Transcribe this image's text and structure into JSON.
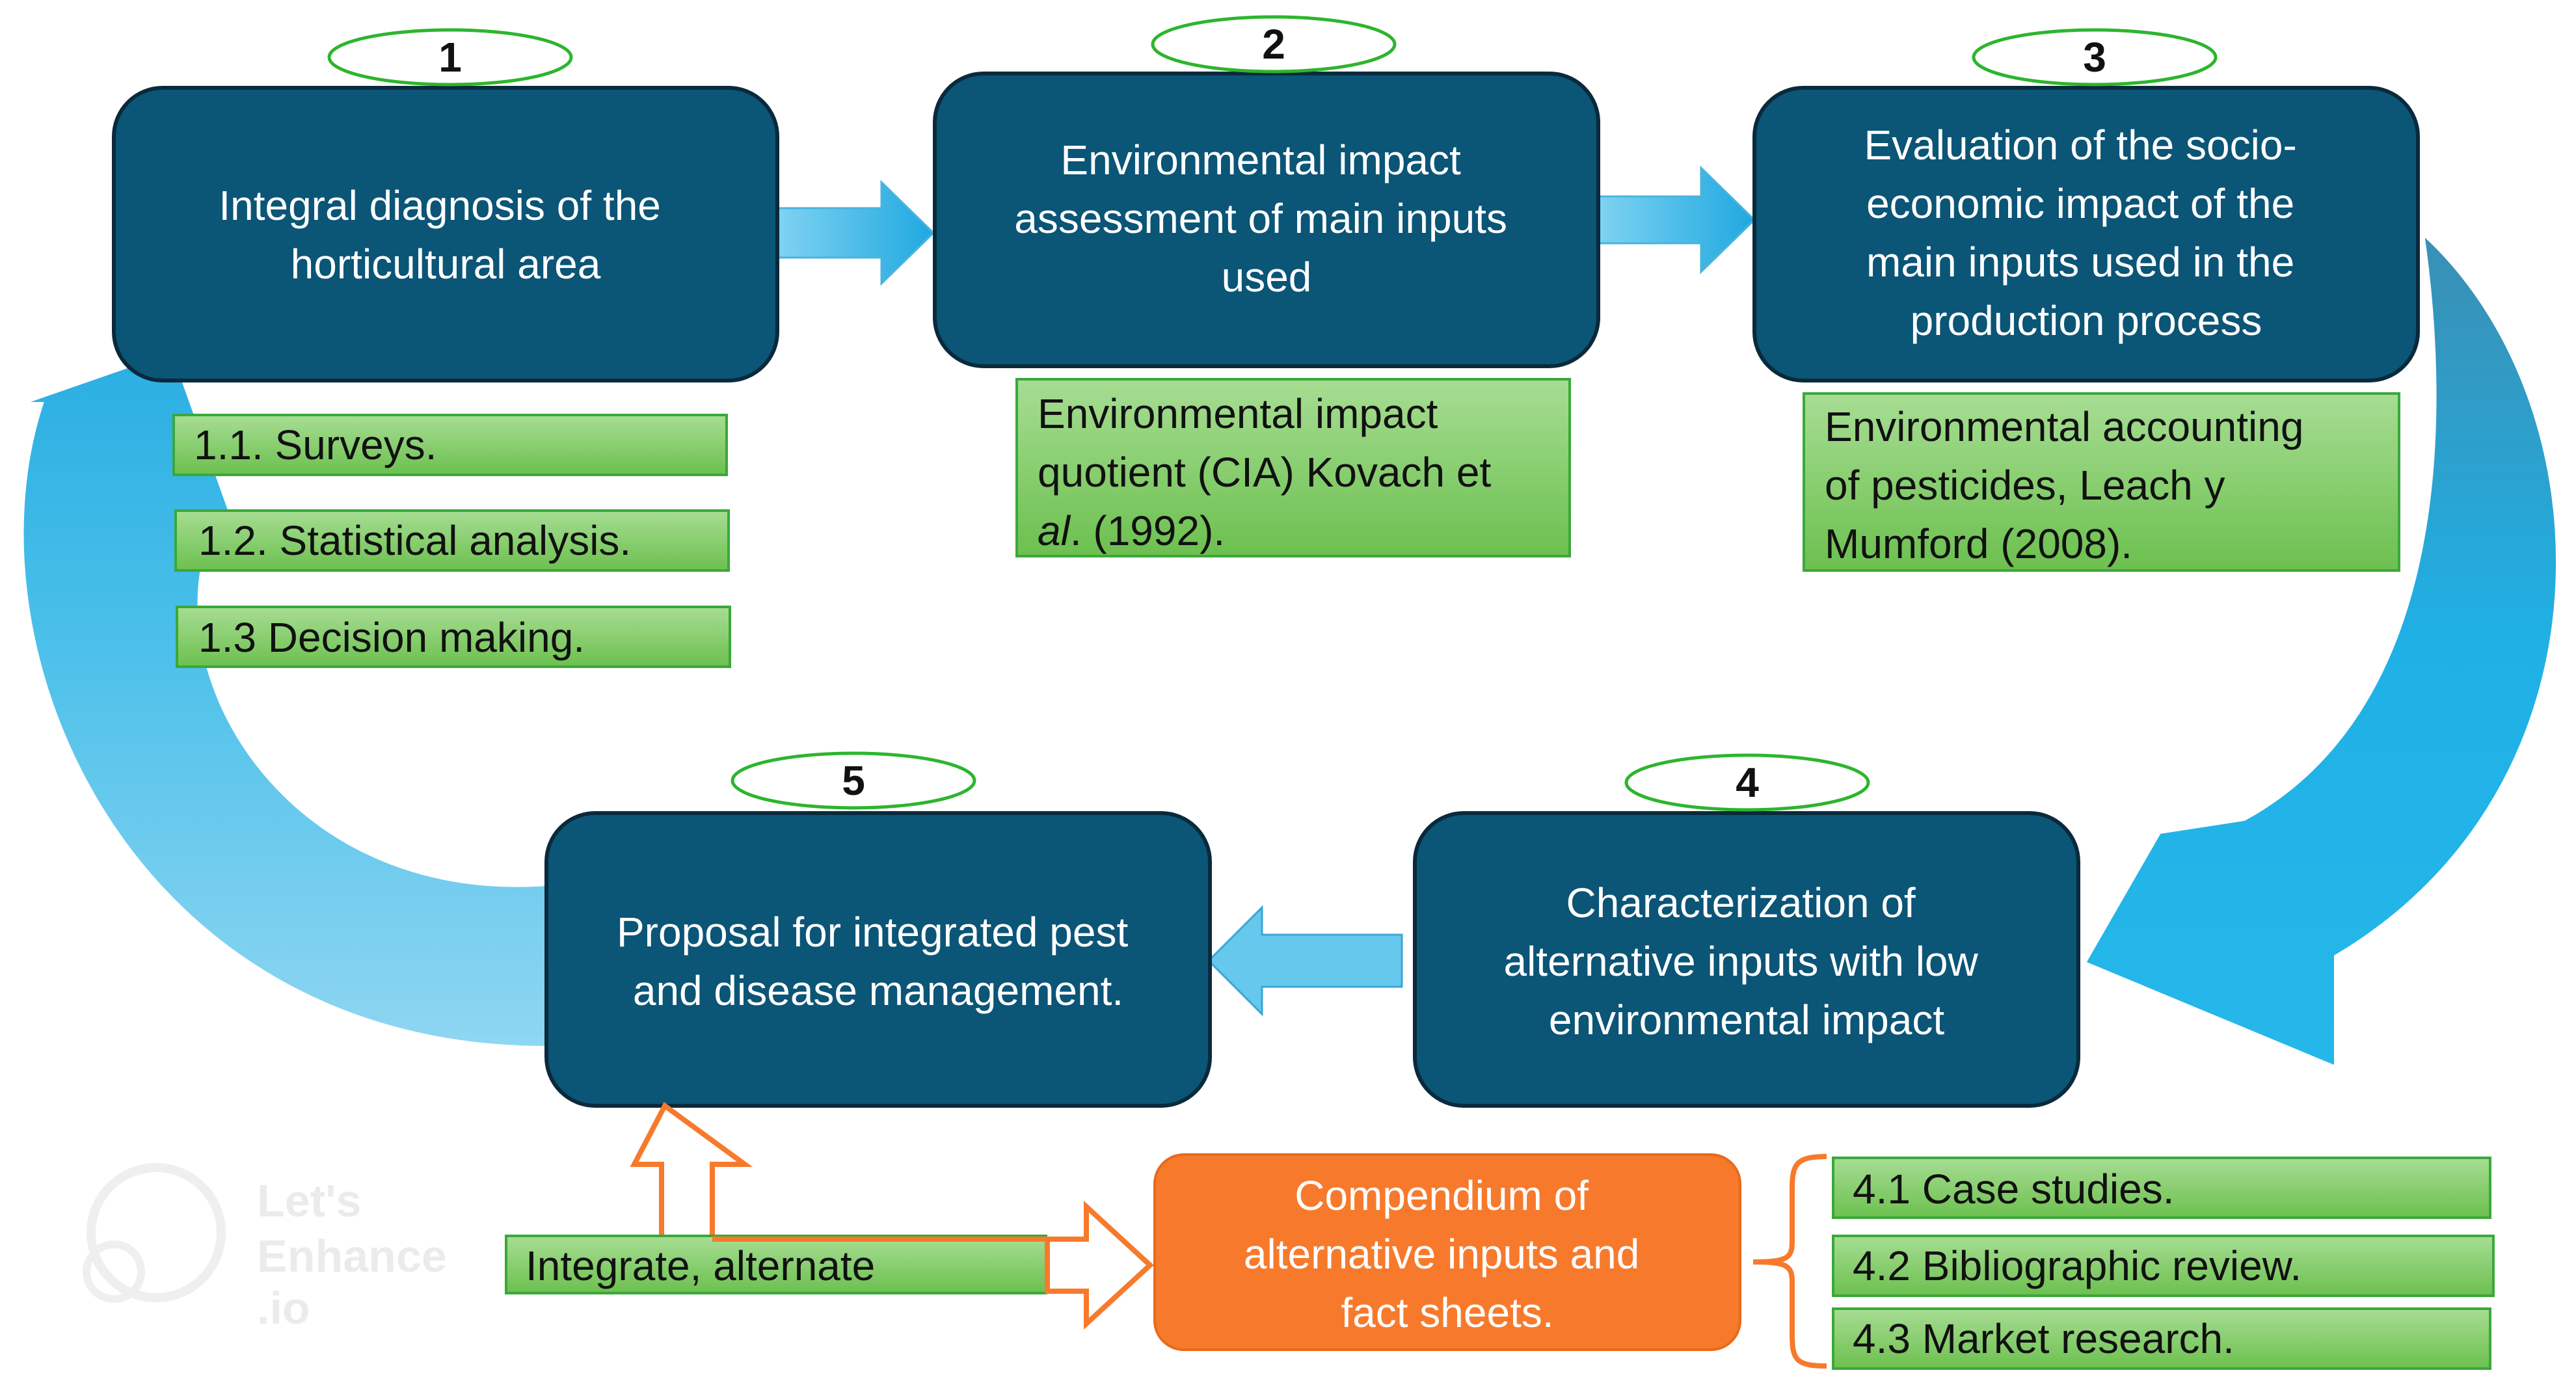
{
  "steps": [
    {
      "number": "1",
      "lines": [
        "Integral diagnosis of the",
        "horticultural area"
      ]
    },
    {
      "number": "2",
      "lines": [
        "Environmental impact",
        "assessment of main inputs",
        "used"
      ]
    },
    {
      "number": "3",
      "lines": [
        "Evaluation of the socio-",
        "economic impact of the",
        "main inputs used in the",
        "production process"
      ]
    },
    {
      "number": "4",
      "lines": [
        "Characterization of",
        "alternative inputs with low",
        "environmental impact"
      ]
    },
    {
      "number": "5",
      "lines": [
        "Proposal for integrated pest",
        "and disease management."
      ]
    }
  ],
  "step1_notes": [
    "1.1. Surveys.",
    "1.2. Statistical analysis.",
    "1.3 Decision making."
  ],
  "step2_note": {
    "line1": "Environmental impact",
    "line2": "quotient (CIA) Kovach et",
    "line3_italic_start": "al",
    "line3_rest": ". (1992)."
  },
  "step3_note": [
    "Environmental accounting",
    "of pesticides, Leach y",
    "Mumford (2008)."
  ],
  "integrate_label": "Integrate, alternate",
  "compendium": [
    "Compendium of",
    "alternative inputs and",
    "fact sheets."
  ],
  "step4_notes": [
    "4.1 Case studies.",
    "4.2 Bibliographic review.",
    "4.3 Market research."
  ],
  "watermark": [
    "Let's",
    "Enhance",
    ".io"
  ],
  "colors": {
    "box_fill": "#0b5577",
    "box_stroke": "#0a2a3c",
    "arrow_blue": "#2fb6e8",
    "note_fill": "#8fd17a",
    "note_stroke": "#3aa83a",
    "oval_stroke": "#2db52d",
    "orange": "#f77a2c",
    "orange_stroke": "#e86a1a"
  }
}
